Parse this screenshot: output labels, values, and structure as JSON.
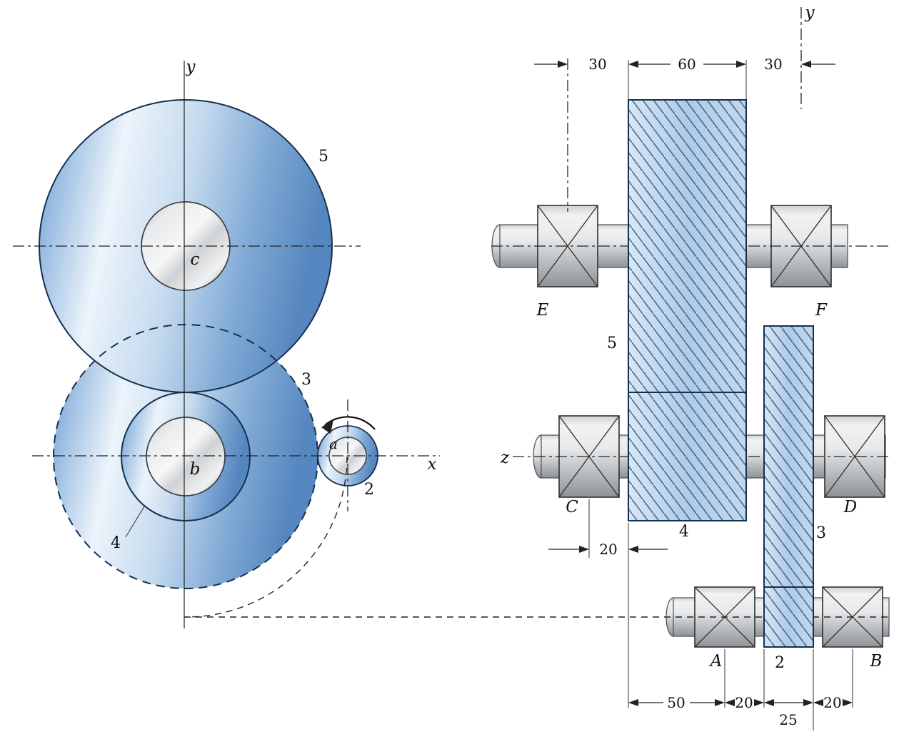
{
  "front_view": {
    "axis": {
      "y": "y",
      "x": "x"
    },
    "centers": {
      "c": "c",
      "b": "b",
      "a": "a"
    },
    "gears": {
      "g5": "5",
      "g4": "4",
      "g3": "3",
      "g2": "2"
    }
  },
  "side_view": {
    "axis": {
      "y": "y",
      "z": "z"
    },
    "bearings": {
      "A": "A",
      "B": "B",
      "C": "C",
      "D": "D",
      "E": "E",
      "F": "F"
    },
    "gears": {
      "g5": "5",
      "g4": "4",
      "g3": "3",
      "g2": "2"
    },
    "dims": {
      "top_left_30": "30",
      "top_60": "60",
      "top_right_30": "30",
      "mid_20": "20",
      "bot_50": "50",
      "bot_20a": "20",
      "bot_25": "25",
      "bot_20b": "20"
    }
  },
  "colors": {
    "gear_blue": "#5b88c0",
    "gear_light": "#d9e8f6",
    "hatch_line": "#1f3d63",
    "steel_light": "#f0f2f3",
    "steel_dark": "#8f9397",
    "outline": "#16304e"
  }
}
